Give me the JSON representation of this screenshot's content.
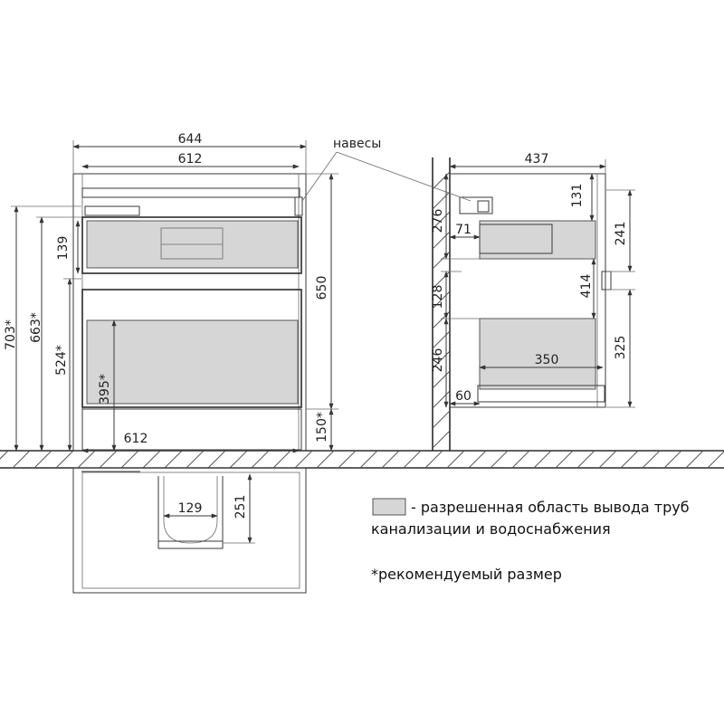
{
  "front_view": {
    "width_outer": "644",
    "width_inner": "612",
    "height_total": "703*",
    "height_top": "663*",
    "height_body": "524*",
    "drawer_height": "139",
    "height_cabinet": "650",
    "pipe_zone_height": "395*",
    "leg_height": "150*",
    "pipe_zone_width": "612",
    "hinges_label": "навесы"
  },
  "side_view": {
    "depth": "437",
    "top_offset": "131",
    "top_zone": "276",
    "drawer_inset": "71",
    "right_top": "241",
    "mid_height": "414",
    "middle_block": "128",
    "bottom_block": "246",
    "right_bottom": "325",
    "drawer_depth": "350",
    "bottom_offset": "60"
  },
  "top_view": {
    "cutout_width": "129",
    "cutout_depth": "251"
  },
  "legend": {
    "zone_text_line1": "- разрешенная область вывода труб",
    "zone_text_line2": "канализации и водоснабжения",
    "footnote": "*рекомендуемый размер",
    "zone_color": "#d6d6d6"
  }
}
